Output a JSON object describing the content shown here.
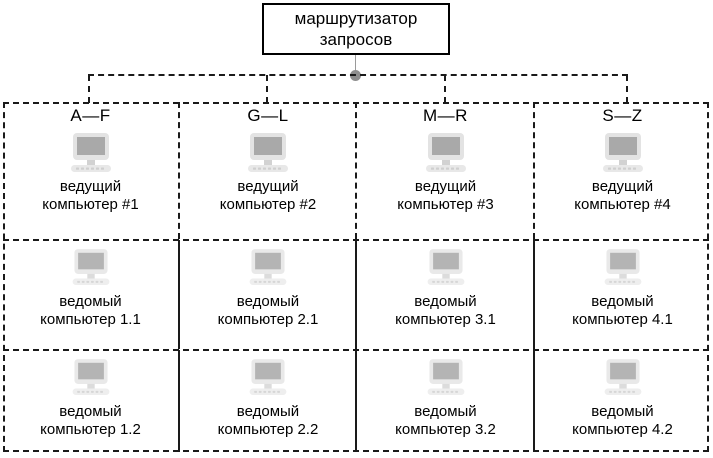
{
  "router": {
    "label": "маршрутизатор\nзапросов",
    "icon": "router-box"
  },
  "bus": {
    "hub_icon": "bus-hub-dot",
    "connector_icon": "bus-connector-line"
  },
  "columns": [
    {
      "range": "A—F",
      "master": {
        "caption": "ведущий\nкомпьютер #1",
        "icon": "desktop-computer-icon"
      },
      "slaves": [
        {
          "caption": "ведомый\nкомпьютер 1.1",
          "icon": "desktop-computer-icon"
        },
        {
          "caption": "ведомый\nкомпьютер 1.2",
          "icon": "desktop-computer-icon"
        }
      ]
    },
    {
      "range": "G—L",
      "master": {
        "caption": "ведущий\nкомпьютер #2",
        "icon": "desktop-computer-icon"
      },
      "slaves": [
        {
          "caption": "ведомый\nкомпьютер 2.1",
          "icon": "desktop-computer-icon"
        },
        {
          "caption": "ведомый\nкомпьютер 2.2",
          "icon": "desktop-computer-icon"
        }
      ]
    },
    {
      "range": "M—R",
      "master": {
        "caption": "ведущий\nкомпьютер #3",
        "icon": "desktop-computer-icon"
      },
      "slaves": [
        {
          "caption": "ведомый\nкомпьютер 3.1",
          "icon": "desktop-computer-icon"
        },
        {
          "caption": "ведомый\nкомпьютер 3.2",
          "icon": "desktop-computer-icon"
        }
      ]
    },
    {
      "range": "S—Z",
      "master": {
        "caption": "ведущий\nкомпьютер #4",
        "icon": "desktop-computer-icon"
      },
      "slaves": [
        {
          "caption": "ведомый\nкомпьютер 4.1",
          "icon": "desktop-computer-icon"
        },
        {
          "caption": "ведомый\nкомпьютер 4.2",
          "icon": "desktop-computer-icon"
        }
      ]
    }
  ],
  "colors": {
    "line": "#1a1a1a",
    "hub": "#8e8e8e",
    "icon_bezel": "#e3e3e3",
    "icon_screen": "#a9a9a9",
    "icon_bezel_light": "#e9e9e9",
    "icon_screen_light": "#b4b4b4",
    "text": "#000000"
  }
}
